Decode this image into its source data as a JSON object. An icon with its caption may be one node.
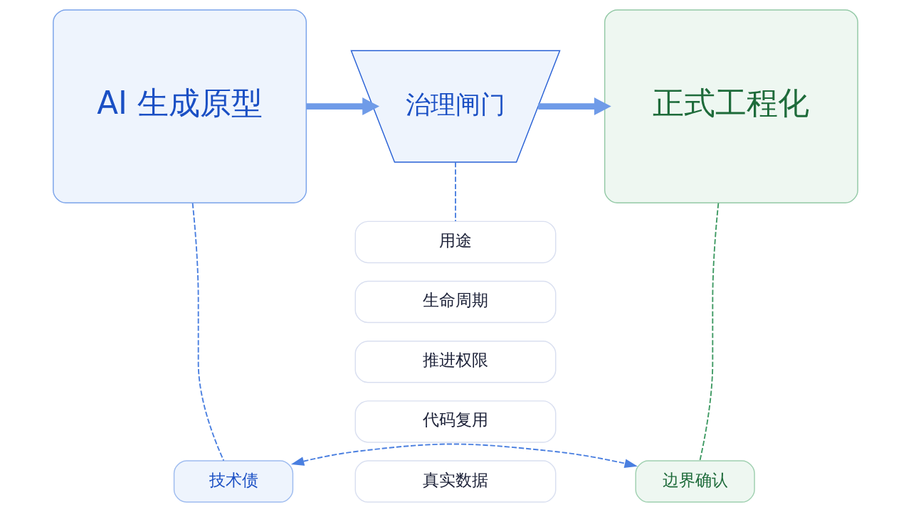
{
  "diagram": {
    "nodes": [
      {
        "text": [
          "AI 生成原型"
        ]
      },
      {
        "text": [
          "治理闸门"
        ]
      },
      {
        "text": [
          "正式工程化"
        ]
      },
      {
        "text": [
          "用途"
        ]
      },
      {
        "text": [
          "生命周期"
        ]
      },
      {
        "text": [
          "推进权限"
        ]
      },
      {
        "text": [
          "代码复用"
        ]
      },
      {
        "text": [
          "真实数据"
        ]
      },
      {
        "text": [
          "技术债"
        ]
      },
      {
        "text": [
          "边界确认"
        ]
      }
    ],
    "edges": [
      {
        "from": 0,
        "to": 1,
        "arrow": "to",
        "style": "thick"
      },
      {
        "from": 1,
        "to": 2,
        "arrow": "to",
        "style": "thick"
      },
      {
        "from": 1,
        "to": 3,
        "arrow": "none",
        "style": "dashed"
      },
      {
        "from": 0,
        "to": 8,
        "arrow": "none",
        "style": "dashed"
      },
      {
        "from": 2,
        "to": 9,
        "arrow": "none",
        "style": "dashed",
        "color": "#3f9a63"
      },
      {
        "from": 8,
        "to": 9,
        "arrow": "both",
        "style": "dashed"
      }
    ]
  }
}
